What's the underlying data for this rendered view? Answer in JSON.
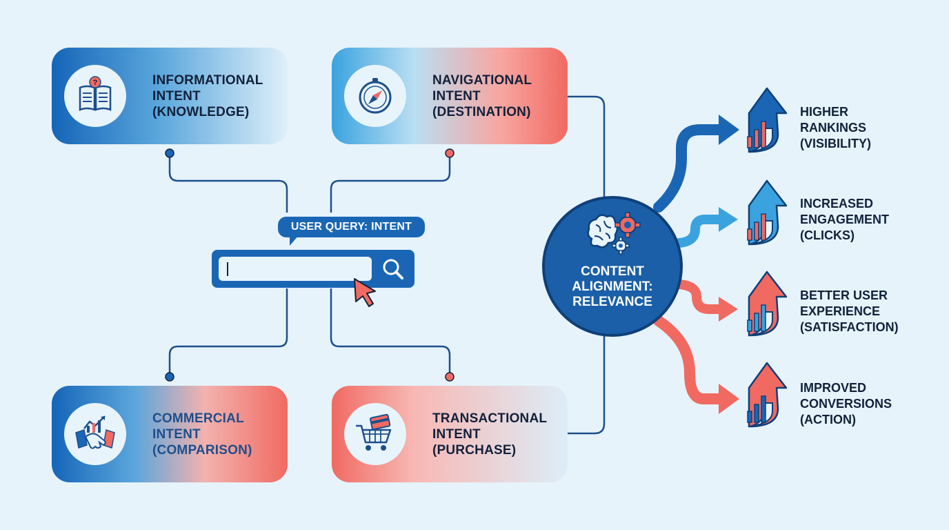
{
  "colors": {
    "background": "#e6f3fb",
    "blue_dark": "#1a66b5",
    "blue_light": "#3aa3df",
    "coral": "#f06a62",
    "navy": "#12213b"
  },
  "query": {
    "tooltip": "USER QUERY: INTENT",
    "input_value": "",
    "search_icon": "magnifier-icon",
    "pointer_icon": "mouse-pointer-icon"
  },
  "intents": [
    {
      "lines": [
        "INFORMATIONAL",
        "INTENT",
        "(KNOWLEDGE)"
      ],
      "icon": "book-question-icon"
    },
    {
      "lines": [
        "NAVIGATIONAL",
        "INTENT",
        "(DESTINATION)"
      ],
      "icon": "compass-icon"
    },
    {
      "lines": [
        "COMMERCIAL",
        "INTENT",
        "(COMPARISON)"
      ],
      "icon": "handshake-chart-icon"
    },
    {
      "lines": [
        "TRANSACTIONAL",
        "INTENT",
        "(PURCHASE)"
      ],
      "icon": "shopping-cart-icon"
    }
  ],
  "hub": {
    "lines": [
      "CONTENT",
      "ALIGNMENT:",
      "RELEVANCE"
    ],
    "icon": "brain-gears-icon"
  },
  "outcomes": [
    {
      "lines": [
        "HIGHER",
        "RANKINGS",
        "(VISIBILITY)"
      ],
      "icon": "arrow-bar-chart-icon",
      "color": "#1a66b5"
    },
    {
      "lines": [
        "INCREASED",
        "ENGAGEMENT",
        "(CLICKS)"
      ],
      "icon": "arrow-bar-chart-icon",
      "color": "#3aa3df"
    },
    {
      "lines": [
        "BETTER USER",
        "EXPERIENCE",
        "(SATISFACTION)"
      ],
      "icon": "arrow-bar-chart-icon",
      "color": "#f06a62"
    },
    {
      "lines": [
        "IMPROVED",
        "CONVERSIONS",
        "(ACTION)"
      ],
      "icon": "arrow-bar-chart-icon",
      "color": "#f06a62"
    }
  ]
}
